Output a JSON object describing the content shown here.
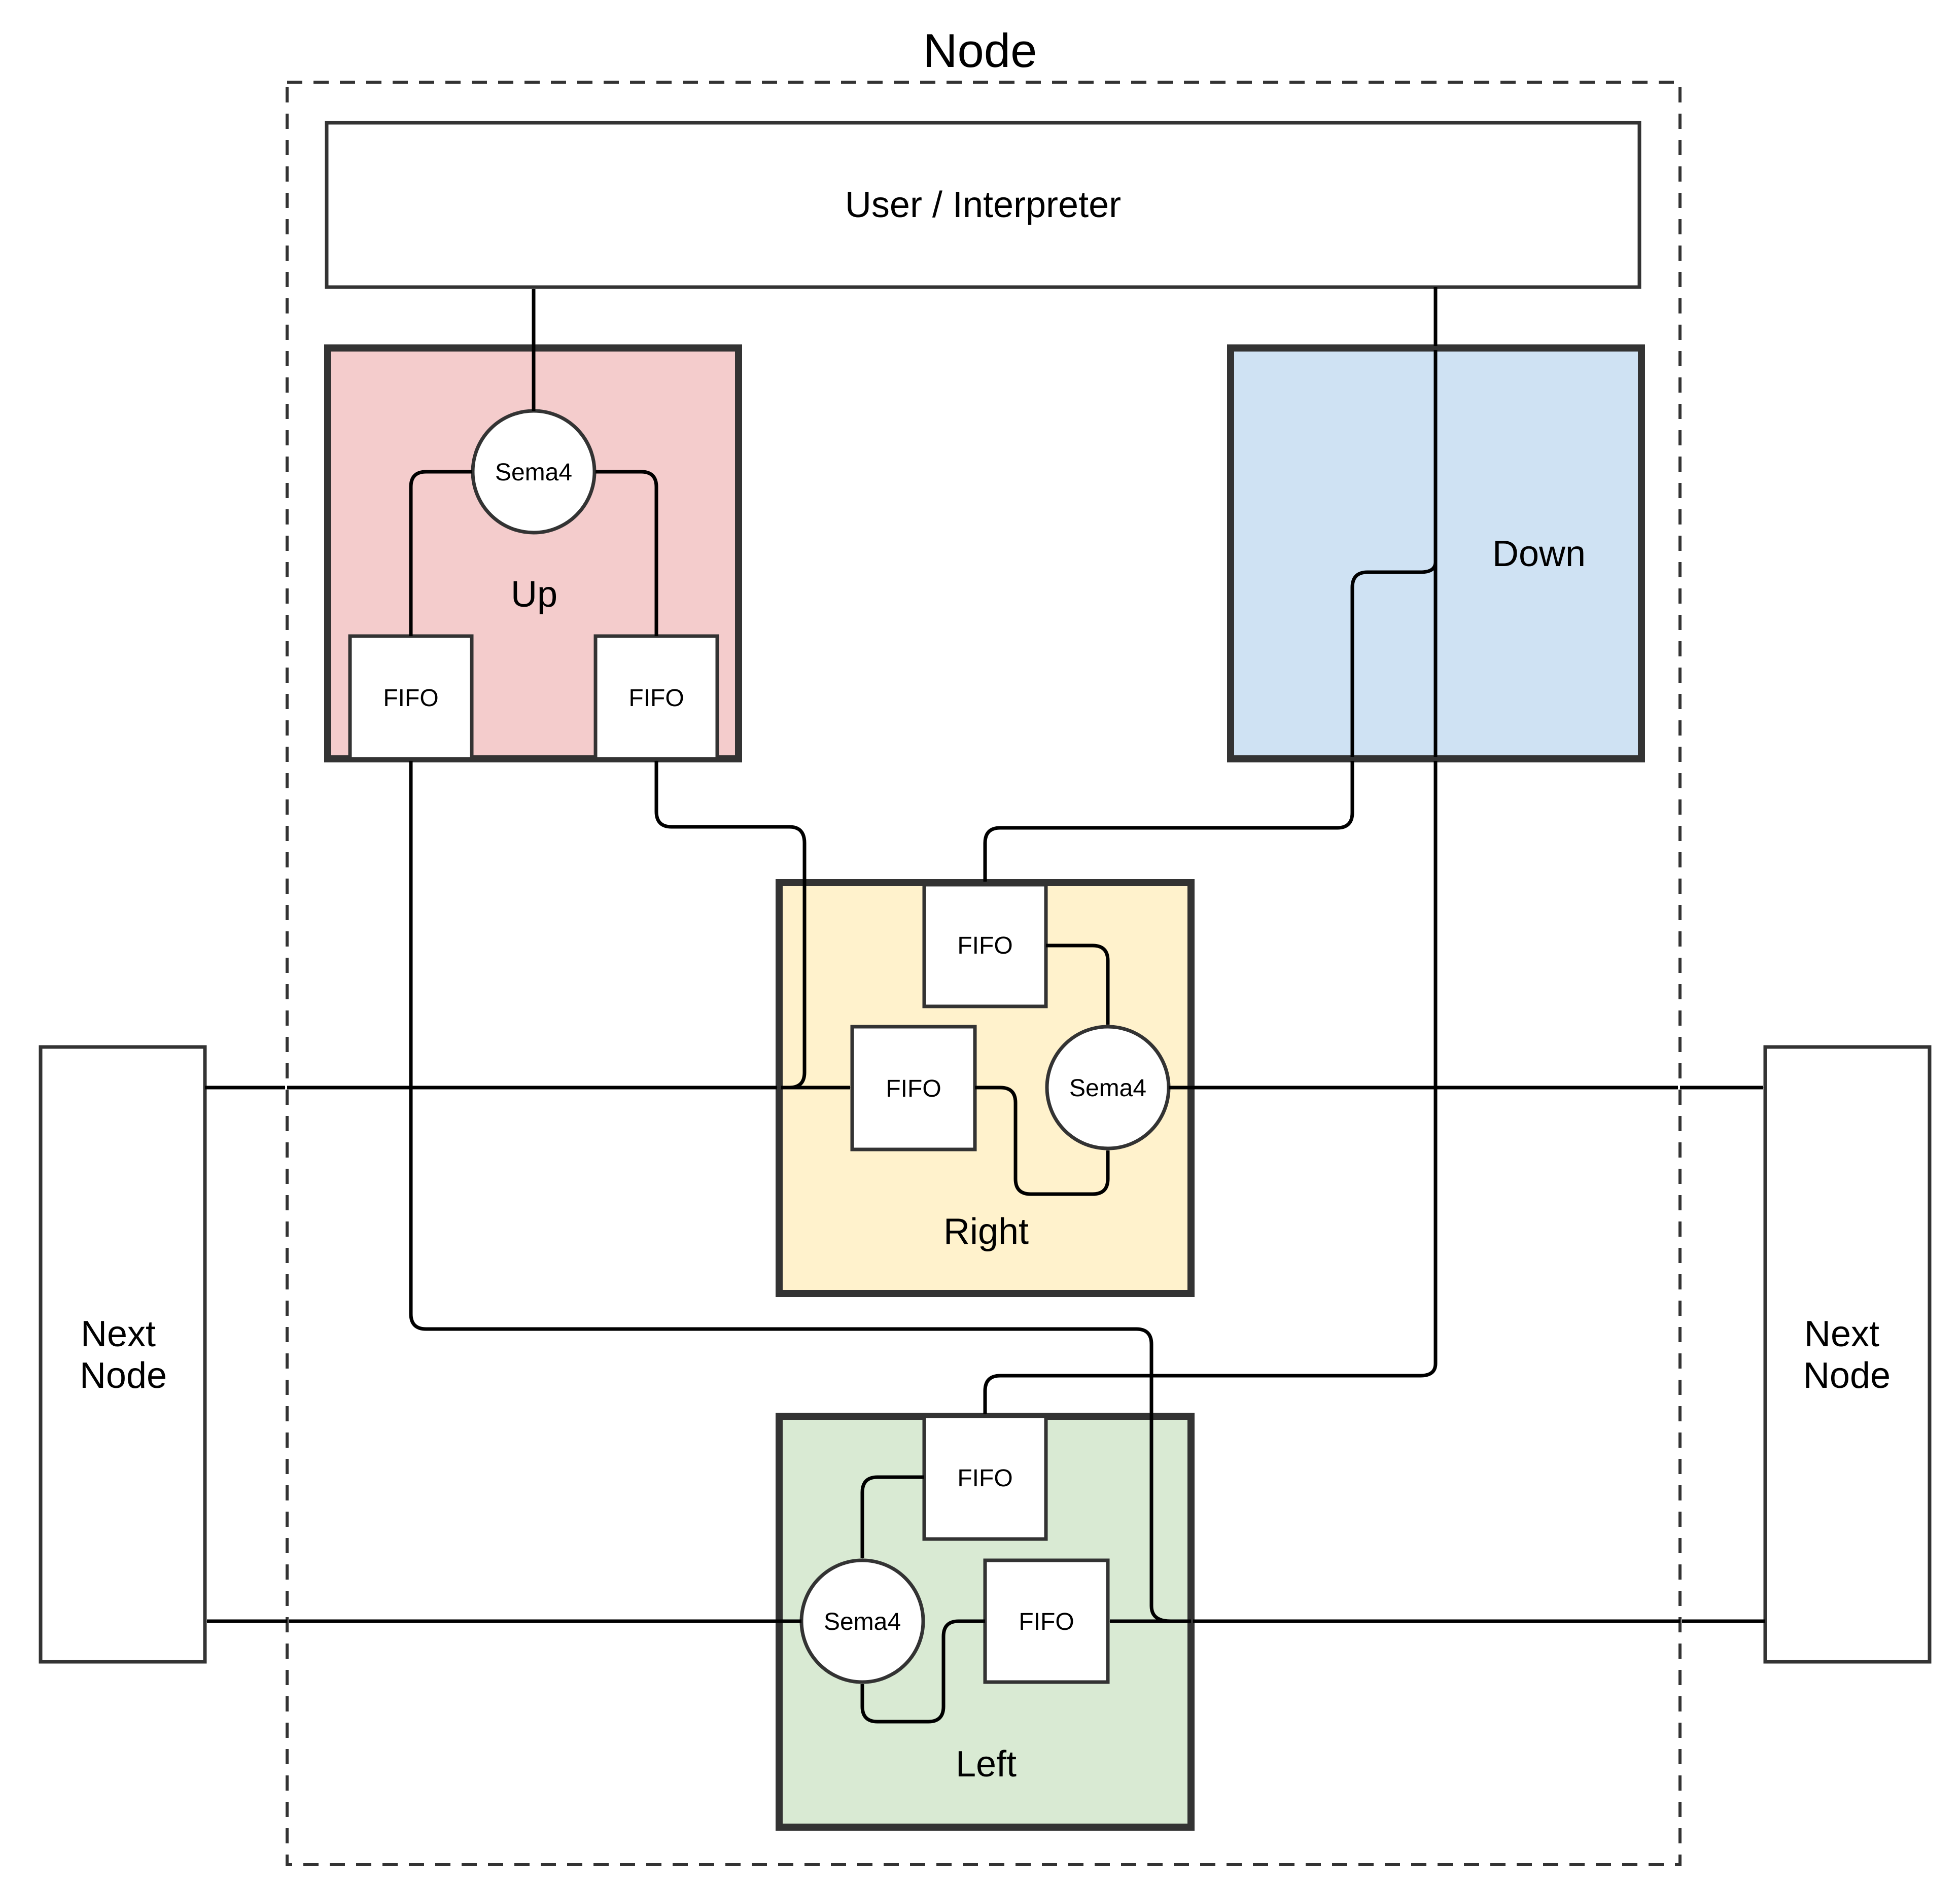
{
  "title": "Node",
  "user_box": {
    "label": "User / Interpreter"
  },
  "blocks": {
    "up": {
      "label": "Up",
      "color": "#f4cccc"
    },
    "down": {
      "label": "Down",
      "color": "#cfe2f3"
    },
    "right": {
      "label": "Right",
      "color": "#fff2cc"
    },
    "left": {
      "label": "Left",
      "color": "#d9ead3"
    }
  },
  "fifo_label": "FIFO",
  "sema4_label": "Sema4",
  "next_node": {
    "line1": "Next",
    "line2": "Node"
  },
  "colors": {
    "block_border": "#333333",
    "stroke": "#000000"
  }
}
